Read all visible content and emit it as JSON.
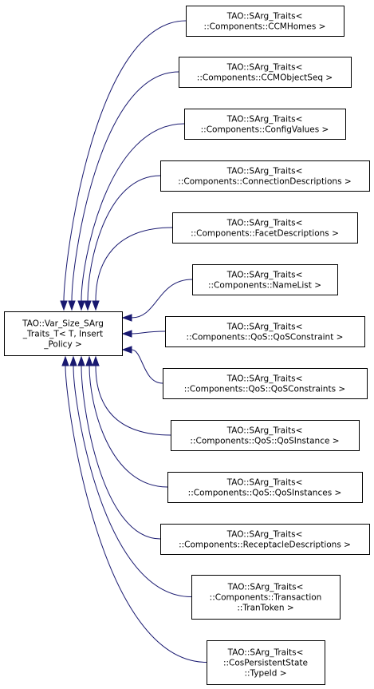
{
  "base": {
    "lines": [
      "TAO::Var_Size_SArg",
      "_Traits_T< T, Insert",
      "_Policy >"
    ]
  },
  "derived": [
    {
      "lines": [
        "TAO::SArg_Traits<",
        "::Components::CCMHomes >"
      ]
    },
    {
      "lines": [
        "TAO::SArg_Traits<",
        "::Components::CCMObjectSeq >"
      ]
    },
    {
      "lines": [
        "TAO::SArg_Traits<",
        "::Components::ConfigValues >"
      ]
    },
    {
      "lines": [
        "TAO::SArg_Traits<",
        "::Components::ConnectionDescriptions >"
      ]
    },
    {
      "lines": [
        "TAO::SArg_Traits<",
        "::Components::FacetDescriptions >"
      ]
    },
    {
      "lines": [
        "TAO::SArg_Traits<",
        "::Components::NameList >"
      ]
    },
    {
      "lines": [
        "TAO::SArg_Traits<",
        "::Components::QoS::QoSConstraint >"
      ]
    },
    {
      "lines": [
        "TAO::SArg_Traits<",
        "::Components::QoS::QoSConstraints >"
      ]
    },
    {
      "lines": [
        "TAO::SArg_Traits<",
        "::Components::QoS::QoSInstance >"
      ]
    },
    {
      "lines": [
        "TAO::SArg_Traits<",
        "::Components::QoS::QoSInstances >"
      ]
    },
    {
      "lines": [
        "TAO::SArg_Traits<",
        "::Components::ReceptacleDescriptions >"
      ]
    },
    {
      "lines": [
        "TAO::SArg_Traits<",
        "::Components::Transaction",
        "::TranToken >"
      ]
    },
    {
      "lines": [
        "TAO::SArg_Traits<",
        "::CosPersistentState",
        "::TypeId >"
      ]
    }
  ],
  "colors": {
    "edge": "#191970",
    "box_border": "#000000",
    "background": "#ffffff"
  }
}
